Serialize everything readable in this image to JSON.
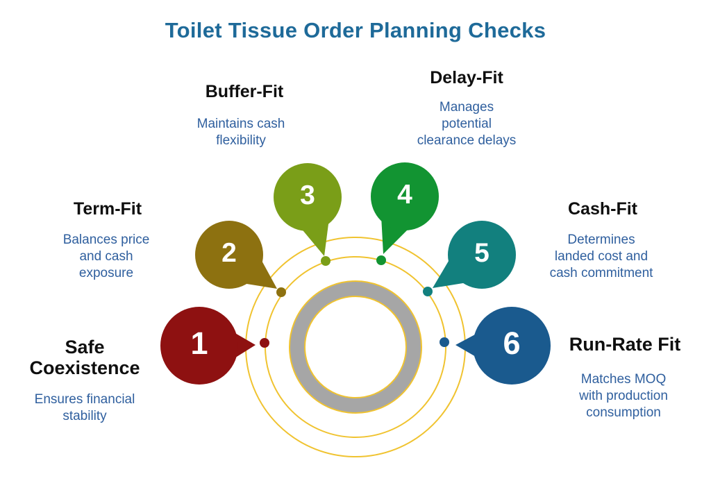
{
  "title": "Toilet Tissue Order Planning Checks",
  "colors": {
    "title_blue": "#1e6a99",
    "description_blue": "#2f5f9e",
    "heading_black": "#0f0f0f",
    "orbit": "#f0c330",
    "roll_gray": "#a6a6a6"
  },
  "items": [
    {
      "number": "1",
      "heading": "Safe\nCoexistence",
      "description": "Ensures financial\nstability",
      "color": "#8e1111"
    },
    {
      "number": "2",
      "heading": "Term-Fit",
      "description": "Balances price\nand cash\nexposure",
      "color": "#8d7110"
    },
    {
      "number": "3",
      "heading": "Buffer-Fit",
      "description": "Maintains cash\nflexibility",
      "color": "#7a9e18"
    },
    {
      "number": "4",
      "heading": "Delay-Fit",
      "description": "Manages\npotential\nclearance delays",
      "color": "#129432"
    },
    {
      "number": "5",
      "heading": "Cash-Fit",
      "description": "Determines\nlanded cost and\ncash commitment",
      "color": "#12807e"
    },
    {
      "number": "6",
      "heading": "Run-Rate Fit",
      "description": "Matches MOQ\nwith production\nconsumption",
      "color": "#1a5a8e"
    }
  ]
}
